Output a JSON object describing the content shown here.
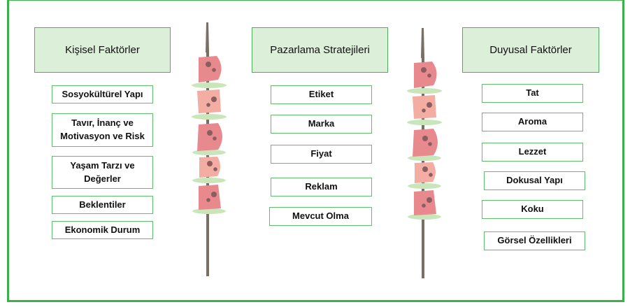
{
  "colors": {
    "border": "#3cb04a",
    "header_fill": "#dcefd9",
    "meat_dark": "#e8898d",
    "meat_light": "#f4ada2",
    "lettuce": "#c9e6bb",
    "stick": "#7a6e66"
  },
  "columns": [
    {
      "title": "Kişisel Faktörler",
      "items": [
        "Sosyokültürel Yapı",
        "Tavır, İnanç ve\nMotivasyon ve Risk",
        "Yaşam Tarzı ve\nDeğerler",
        "Beklentiler",
        "Ekonomik Durum"
      ]
    },
    {
      "title": "Pazarlama Stratejileri",
      "items": [
        "Etiket",
        "Marka",
        "Fiyat",
        "Reklam",
        "Mevcut Olma"
      ]
    },
    {
      "title": "Duyusal Faktörler",
      "items": [
        "Tat",
        "Aroma",
        "Lezzet",
        "Dokusal Yapı",
        "Koku",
        "Görsel Özellikleri"
      ]
    }
  ]
}
